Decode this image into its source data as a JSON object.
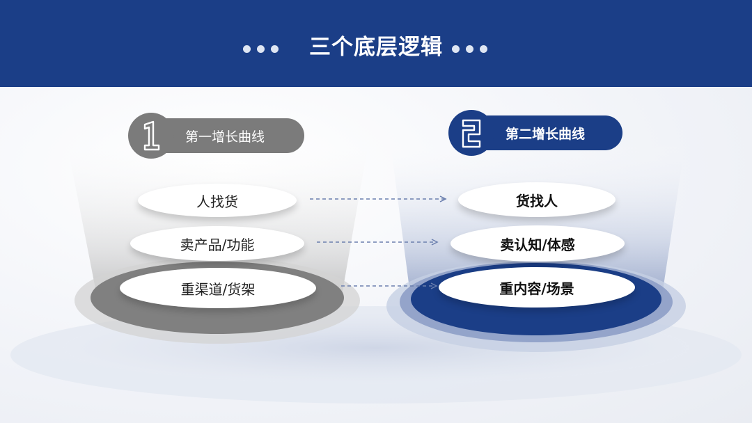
{
  "title": "三个底层逻辑",
  "left": {
    "heading": "第一增长曲线",
    "badge_icon": "number-1-icon",
    "items": [
      "人找货",
      "卖产品/功能",
      "重渠道/货架"
    ]
  },
  "right": {
    "heading": "第二增长曲线",
    "badge_icon": "number-2-icon",
    "items": [
      "货找人",
      "卖认知/体感",
      "重内容/场景"
    ]
  },
  "colors": {
    "primary_blue": "#1b3e87",
    "grey": "#7b7b7b",
    "dot": "#dfe6f3"
  }
}
